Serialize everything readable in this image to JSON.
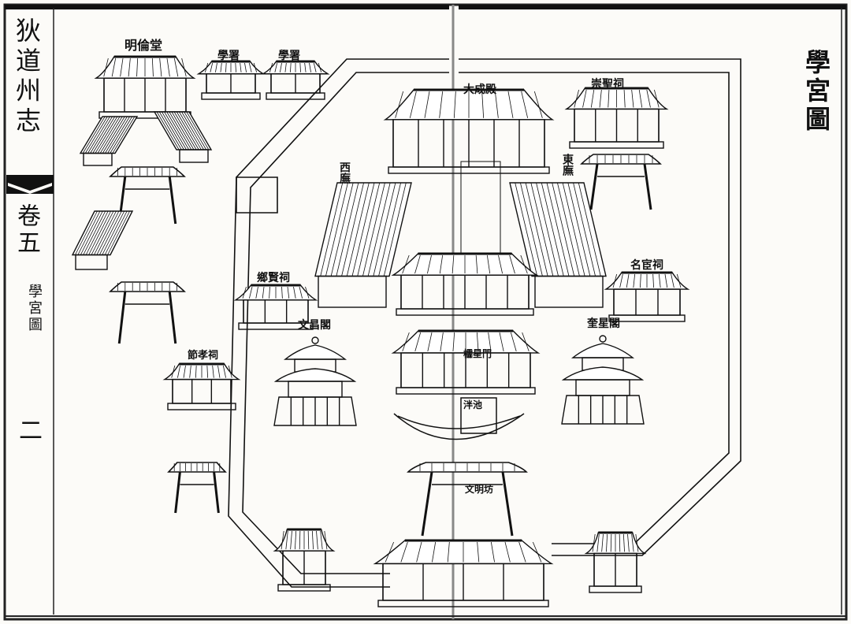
{
  "margin": {
    "book_title": "狄道州志",
    "volume": "卷五",
    "section": "學宮圖",
    "page_number": "二"
  },
  "map_title": "學宮圖",
  "labels": {
    "minglun_hall": "明倫堂",
    "xueshu_1": "學署",
    "xueshu_2": "學署",
    "dacheng_hall": "大成殿",
    "chongsheng_shrine": "崇聖祠",
    "west_wing": "西廡",
    "east_wing": "東廡",
    "xiangxian_shrine": "鄉賢祠",
    "minghuan_shrine": "名宦祠",
    "wenchang_pavilion": "文昌閣",
    "kuixing_pavilion": "奎星閣",
    "jixiao_shrine": "節孝祠",
    "lingxing_gate": "櫺星門",
    "pan_pond": "泮池",
    "wenming_arch": "文明坊"
  },
  "colors": {
    "ink": "#111111",
    "paper": "#fcfbf8"
  }
}
